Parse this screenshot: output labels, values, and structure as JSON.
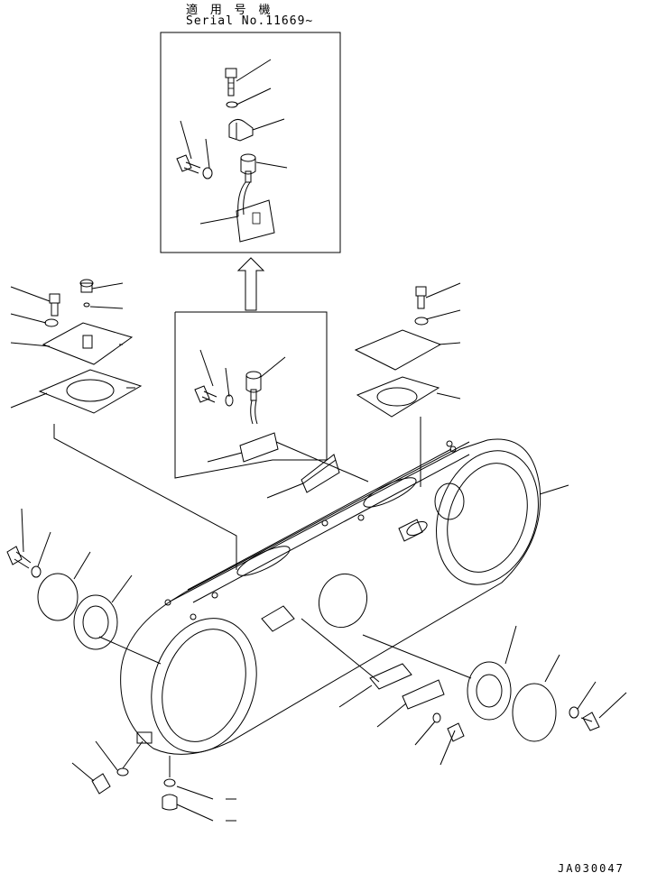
{
  "header": {
    "applicable_label": "適 用 号 機",
    "serial_label": "Serial No.11669~"
  },
  "footer": {
    "drawing_code": "JA030047"
  },
  "colors": {
    "line": "#000000",
    "background": "#ffffff"
  }
}
